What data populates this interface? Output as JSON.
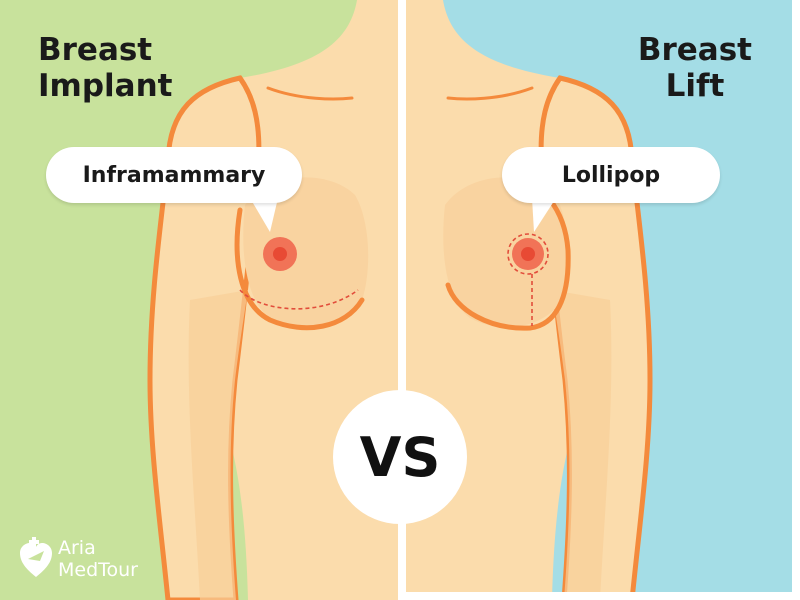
{
  "left_panel": {
    "title_line1": "Breast",
    "title_line2": "Implant",
    "incision_label": "Inframammary",
    "background_color": "#c8e29c"
  },
  "right_panel": {
    "title_line1": "Breast",
    "title_line2": "Lift",
    "incision_label": "Lollipop",
    "background_color": "#a4dde6"
  },
  "center": {
    "vs_text": "VS"
  },
  "logo": {
    "line1": "Aria",
    "line2": "MedTour",
    "icon": "heart-plane-icon"
  },
  "colors": {
    "skin": "#fbdcac",
    "skin_shadow": "#f5c894",
    "outline": "#f48a3c",
    "nipple": "#f0614a",
    "incision": "#e24d3b",
    "divider": "#ffffff"
  }
}
